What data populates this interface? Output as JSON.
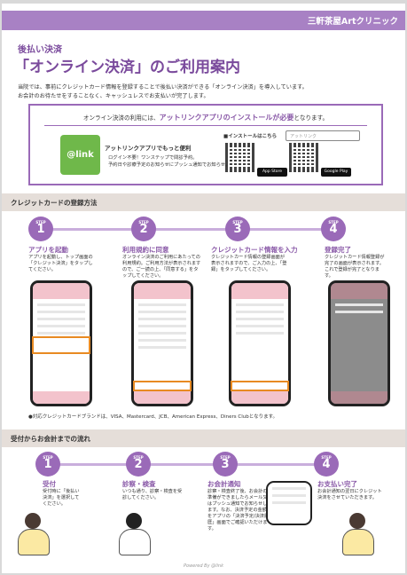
{
  "clinic_name": "三軒茶屋Artクリニック",
  "subtitle": "後払い決済",
  "title": "「オンライン決済」のご利用案内",
  "intro1": "当院では、事前にクレジットカード情報を登録することで後払い決済ができる「オンライン決済」を導入しています。",
  "intro2": "お会計のお待たせをすることなく、キャッシュレスでお支払いが完了します。",
  "install": {
    "prefix": "オンライン決済の利用には、",
    "em": "アットリンクアプリのインストールが必要",
    "suffix": "となります。"
  },
  "app": {
    "logo": "@link",
    "heading": "アットリンクアプリでもっと便利",
    "b1": "ログイン不要！ワンステップで問診予約。",
    "b2": "予約日や診療予定のお知らせにプッシュ通知でお知らせ。",
    "install_label": "■インストールはこちら",
    "search": "アットリンク",
    "appstore": "App Store",
    "googleplay": "Google Play"
  },
  "section1": "クレジットカードの登録方法",
  "steps1": [
    {
      "num": "1",
      "title": "アプリを起動",
      "desc": "アプリを起動し、トップ画面の「クレジット決済」をタップしてください。"
    },
    {
      "num": "2",
      "title": "利用規約に同意",
      "desc": "オンライン決済のご利用にあたっての利用規約。ご利用方法が表示されますので、ご一読の上、「同意する」をタップしてください。"
    },
    {
      "num": "3",
      "title": "クレジットカード情報を入力",
      "desc": "クレジットカード情報の登録画面が表示されますので、ご入力の上、「登録」をタップしてください。"
    },
    {
      "num": "4",
      "title": "登録完了",
      "desc": "クレジットカード情報登録が完了の画面が表示されます。これで登録が完了となります。"
    }
  ],
  "step_tag": "STEP",
  "brands": "●対応クレジットカードブランドは、VISA、Mastercard、JCB、American Express、Diners Clubとなります。",
  "section2": "受付からお会計までの流れ",
  "steps2": [
    {
      "num": "1",
      "title": "受付",
      "desc": "受付時に「後払い決済」を選択してください。"
    },
    {
      "num": "2",
      "title": "診察・検査",
      "desc": "いつも通り、診察・検査を受診してください。"
    },
    {
      "num": "3",
      "title": "お会計通知",
      "desc": "診察・検査終了後、お会計の準備ができましたらメール又はプッシュ通知でお知らせします。なお、決済予定の金額をアプリの「決済予定/決済履歴」画面でご確認いただけます。"
    },
    {
      "num": "4",
      "title": "お支払い完了",
      "desc": "お会計通知の翌日にクレジット決済をさせていただきます。"
    }
  ],
  "footer": "Powered By @link",
  "colors": {
    "accent": "#9a6ab8",
    "highlight": "#e88a22",
    "band": "#e5ded9"
  }
}
